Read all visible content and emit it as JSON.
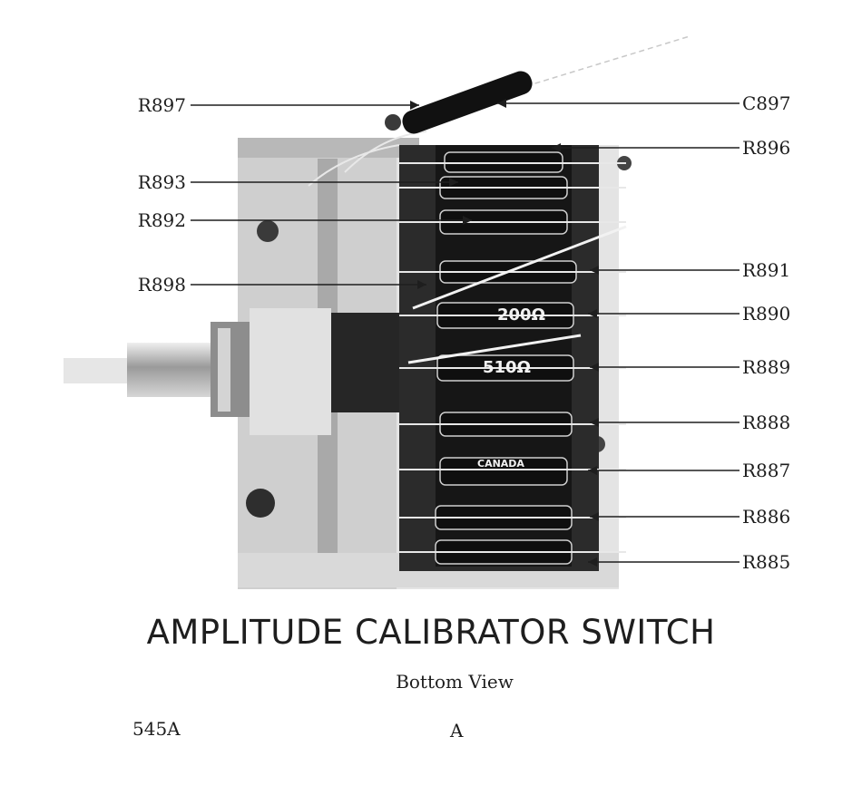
{
  "title": "AMPLITUDE CALIBRATOR SWITCH",
  "subtitle": "Bottom View",
  "model": "545A",
  "page_letter": "A",
  "resistor_markings": {
    "r890_value": "200Ω",
    "r889_value": "510Ω",
    "r887_marking": "CANADA"
  },
  "callouts_left": [
    "R897",
    "R893",
    "R892",
    "R898"
  ],
  "callouts_right": [
    "C897",
    "R896",
    "R891",
    "R890",
    "R889",
    "R888",
    "R887",
    "R886",
    "R885"
  ]
}
